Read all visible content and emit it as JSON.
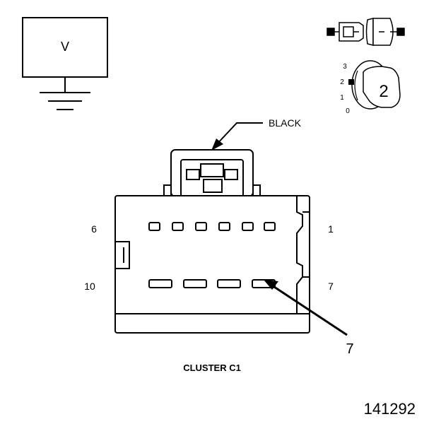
{
  "meter": {
    "label": "V"
  },
  "selector": {
    "positions": [
      "3",
      "2",
      "1",
      "0"
    ],
    "selected": "2"
  },
  "connector": {
    "color_label": "BLACK",
    "name": "CLUSTER C1",
    "pin_labels": {
      "top_left": "6",
      "top_right": "1",
      "bottom_left": "10",
      "bottom_right": "7"
    },
    "callout": "7"
  },
  "figure_id": "141292"
}
